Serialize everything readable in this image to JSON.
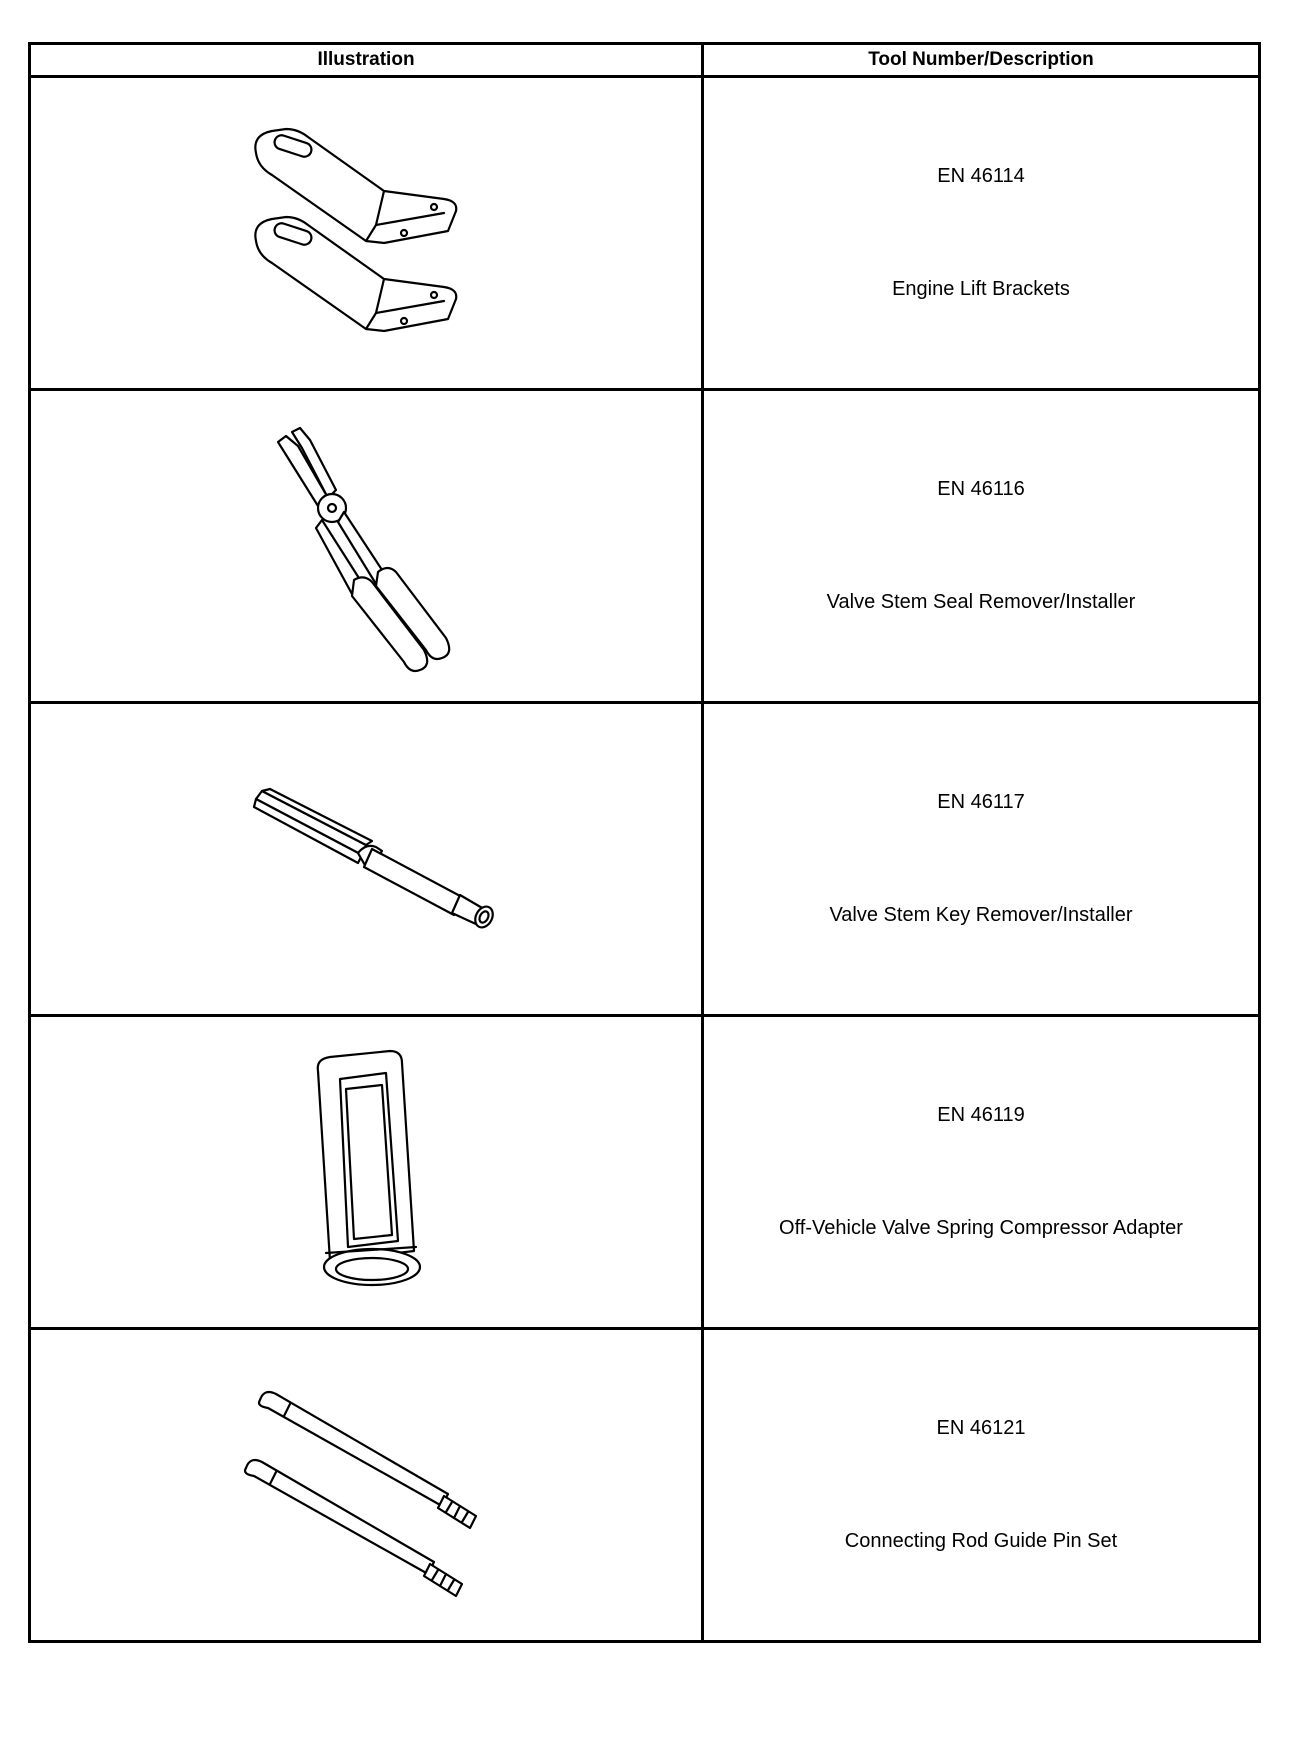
{
  "table": {
    "headers": {
      "illustration": "Illustration",
      "tool": "Tool Number/Description"
    },
    "rows": [
      {
        "number": "EN 46114",
        "description": "Engine Lift Brackets",
        "icon": "engine-lift-brackets-icon"
      },
      {
        "number": "EN 46116",
        "description": "Valve Stem Seal Remover/Installer",
        "icon": "valve-stem-seal-pliers-icon"
      },
      {
        "number": "EN 46117",
        "description": "Valve Stem Key Remover/Installer",
        "icon": "valve-stem-key-tool-icon"
      },
      {
        "number": "EN 46119",
        "description": "Off-Vehicle Valve Spring Compressor Adapter",
        "icon": "compressor-adapter-icon"
      },
      {
        "number": "EN 46121",
        "description": "Connecting Rod Guide Pin Set",
        "icon": "guide-pin-set-icon"
      }
    ]
  }
}
